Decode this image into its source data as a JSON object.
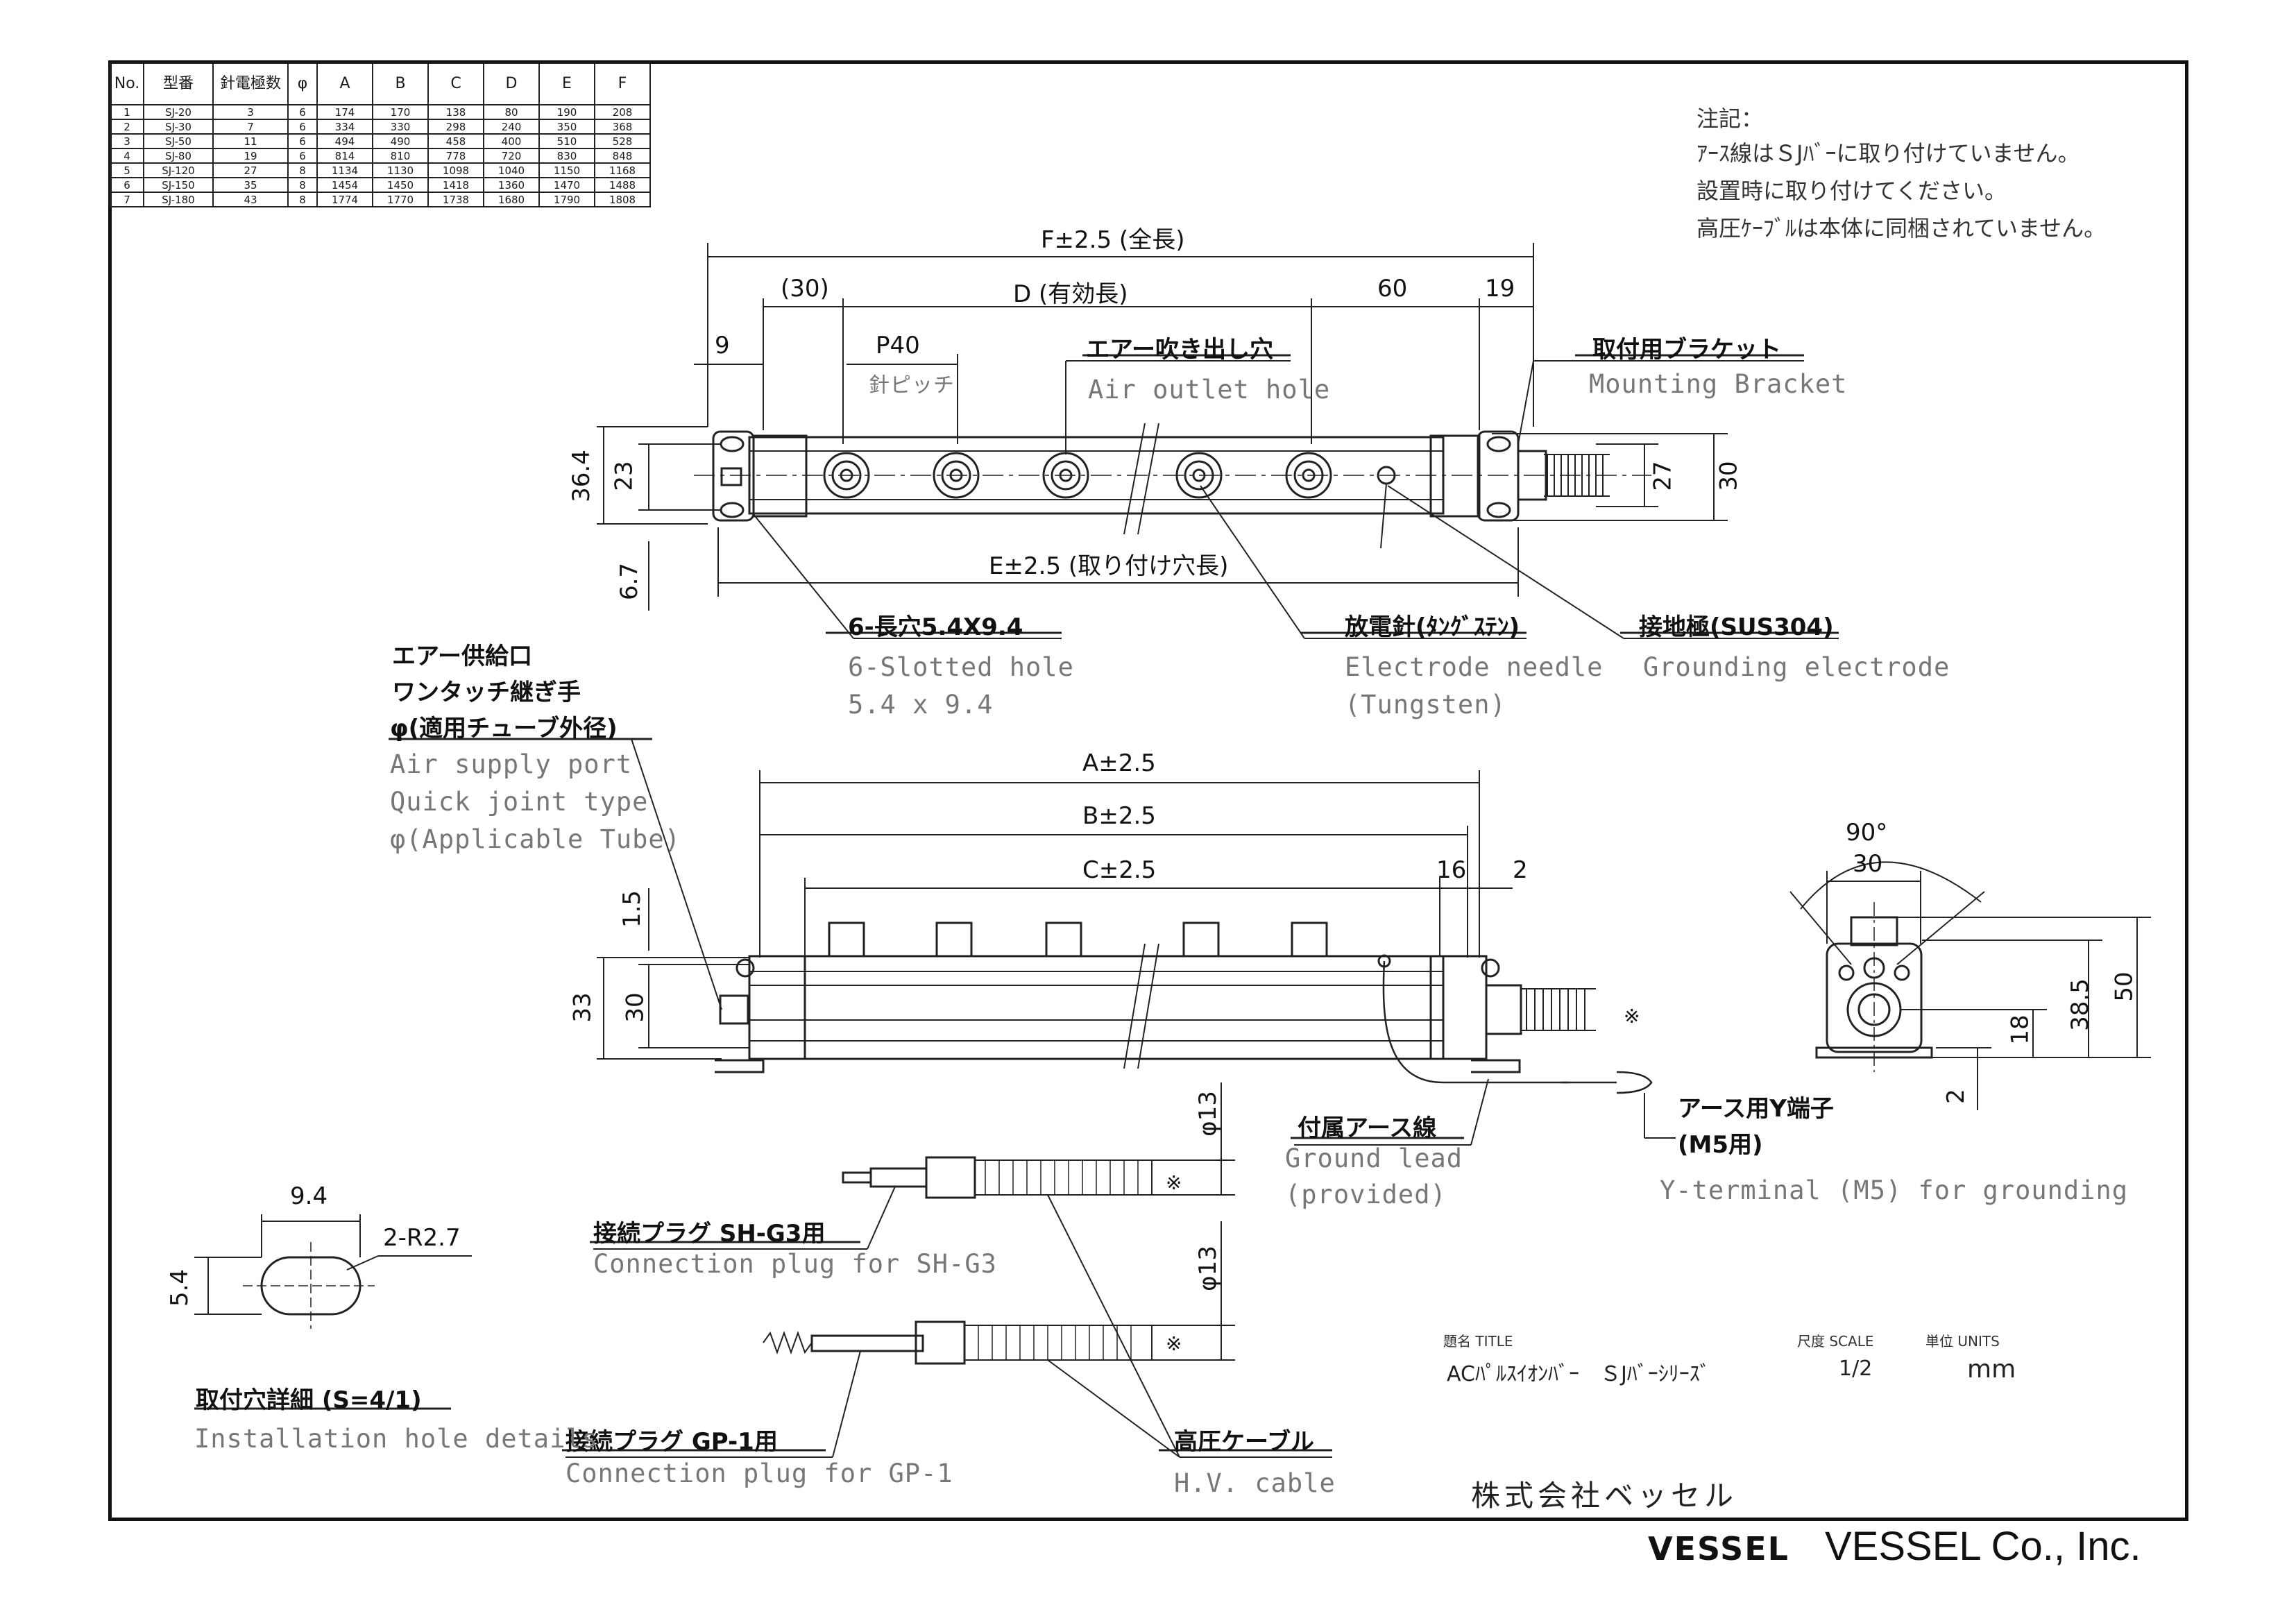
{
  "spec_table": {
    "headers": [
      "No.",
      "型番",
      "針電極数",
      "φ",
      "A",
      "B",
      "C",
      "D",
      "E",
      "F"
    ],
    "rows": [
      [
        "1",
        "SJ-20",
        "3",
        "6",
        "174",
        "170",
        "138",
        "80",
        "190",
        "208"
      ],
      [
        "2",
        "SJ-30",
        "7",
        "6",
        "334",
        "330",
        "298",
        "240",
        "350",
        "368"
      ],
      [
        "3",
        "SJ-50",
        "11",
        "6",
        "494",
        "490",
        "458",
        "400",
        "510",
        "528"
      ],
      [
        "4",
        "SJ-80",
        "19",
        "6",
        "814",
        "810",
        "778",
        "720",
        "830",
        "848"
      ],
      [
        "5",
        "SJ-120",
        "27",
        "8",
        "1134",
        "1130",
        "1098",
        "1040",
        "1150",
        "1168"
      ],
      [
        "6",
        "SJ-150",
        "35",
        "8",
        "1454",
        "1450",
        "1418",
        "1360",
        "1470",
        "1488"
      ],
      [
        "7",
        "SJ-180",
        "43",
        "8",
        "1774",
        "1770",
        "1738",
        "1680",
        "1790",
        "1808"
      ]
    ]
  },
  "notes": {
    "title": "注記：",
    "line1": "ｱｰｽ線はＳJﾊﾞｰに取り付けていません。",
    "line2": "設置時に取り付けてください。",
    "line3": "高圧ｹｰﾌﾞﾙは本体に同梱されていません。"
  },
  "dims": {
    "f_total": "F±2.5 (全長)",
    "p30": "(30)",
    "d_eff": "D (有効長)",
    "d60": "60",
    "d19": "19",
    "d9": "9",
    "p40": "P40",
    "pitch": "針ピッチ",
    "d36_4": "36.4",
    "d23": "23",
    "d6_7": "6.7",
    "d27": "27",
    "d30a": "30",
    "e_mount": "E±2.5 (取り付け穴長)",
    "a": "A±2.5",
    "b": "B±2.5",
    "c": "C±2.5",
    "d16": "16",
    "d2a": "2",
    "d1_5": "1.5",
    "d33": "33",
    "d30b": "30",
    "deg90": "90°",
    "d30c": "30",
    "d50": "50",
    "d38_5": "38.5",
    "d18": "18",
    "d2b": "2",
    "phi13a": "φ13",
    "phi13b": "φ13",
    "star": "※",
    "d9_4": "9.4",
    "r2_7": "2-R2.7",
    "d5_4": "5.4"
  },
  "labels": {
    "air_outlet_jp": "エアー吹き出し穴",
    "air_outlet_en": "Air outlet hole",
    "bracket_jp": "取付用ブラケット",
    "bracket_en": "Mounting Bracket",
    "slot_jp": "6-長穴5.4X9.4",
    "slot_en1": "6-Slotted hole",
    "slot_en2": "5.4 x 9.4",
    "needle_jp": "放電針(ﾀﾝｸﾞｽﾃﾝ)",
    "needle_en1": "Electrode needle",
    "needle_en2": "(Tungsten)",
    "ground_jp": "接地極(SUS304)",
    "ground_en": "Grounding electrode",
    "supply_jp1": "エアー供給口",
    "supply_jp2": "ワンタッチ継ぎ手",
    "supply_jp3": "φ(適用チューブ外径)",
    "supply_en1": "Air supply port",
    "supply_en2": "Quick joint type",
    "supply_en3": "φ(Applicable Tube)",
    "lead_jp": "付属アース線",
    "lead_en1": "Ground lead",
    "lead_en2": "(provided)",
    "yterm_jp1": "アース用Y端子",
    "yterm_jp2": "(M5用)",
    "yterm_en": "Y-terminal (M5) for grounding",
    "plug1_jp": "接続プラグ SH-G3用",
    "plug1_en": "Connection plug for SH-G3",
    "plug2_jp": "接続プラグ GP-1用",
    "plug2_en": "Connection plug for GP-1",
    "hv_jp": "高圧ケーブル",
    "hv_en": "H.V. cable",
    "hole_jp": "取付穴詳細 (S=4/1)",
    "hole_en": "Installation hole details"
  },
  "title_block": {
    "title_head": "題名 TITLE",
    "title_value": "ACﾊﾟﾙｽｲｵﾝﾊﾞｰ　ＳJﾊﾞｰｼﾘｰｽﾞ",
    "scale_head": "尺度 SCALE",
    "scale_value": "1/2",
    "units_head": "単位 UNITS",
    "units_value": "mm",
    "company_jp": "株式会社ベッセル",
    "brand_bold": "VESSEL",
    "brand_name": "VESSEL Co., Inc."
  }
}
